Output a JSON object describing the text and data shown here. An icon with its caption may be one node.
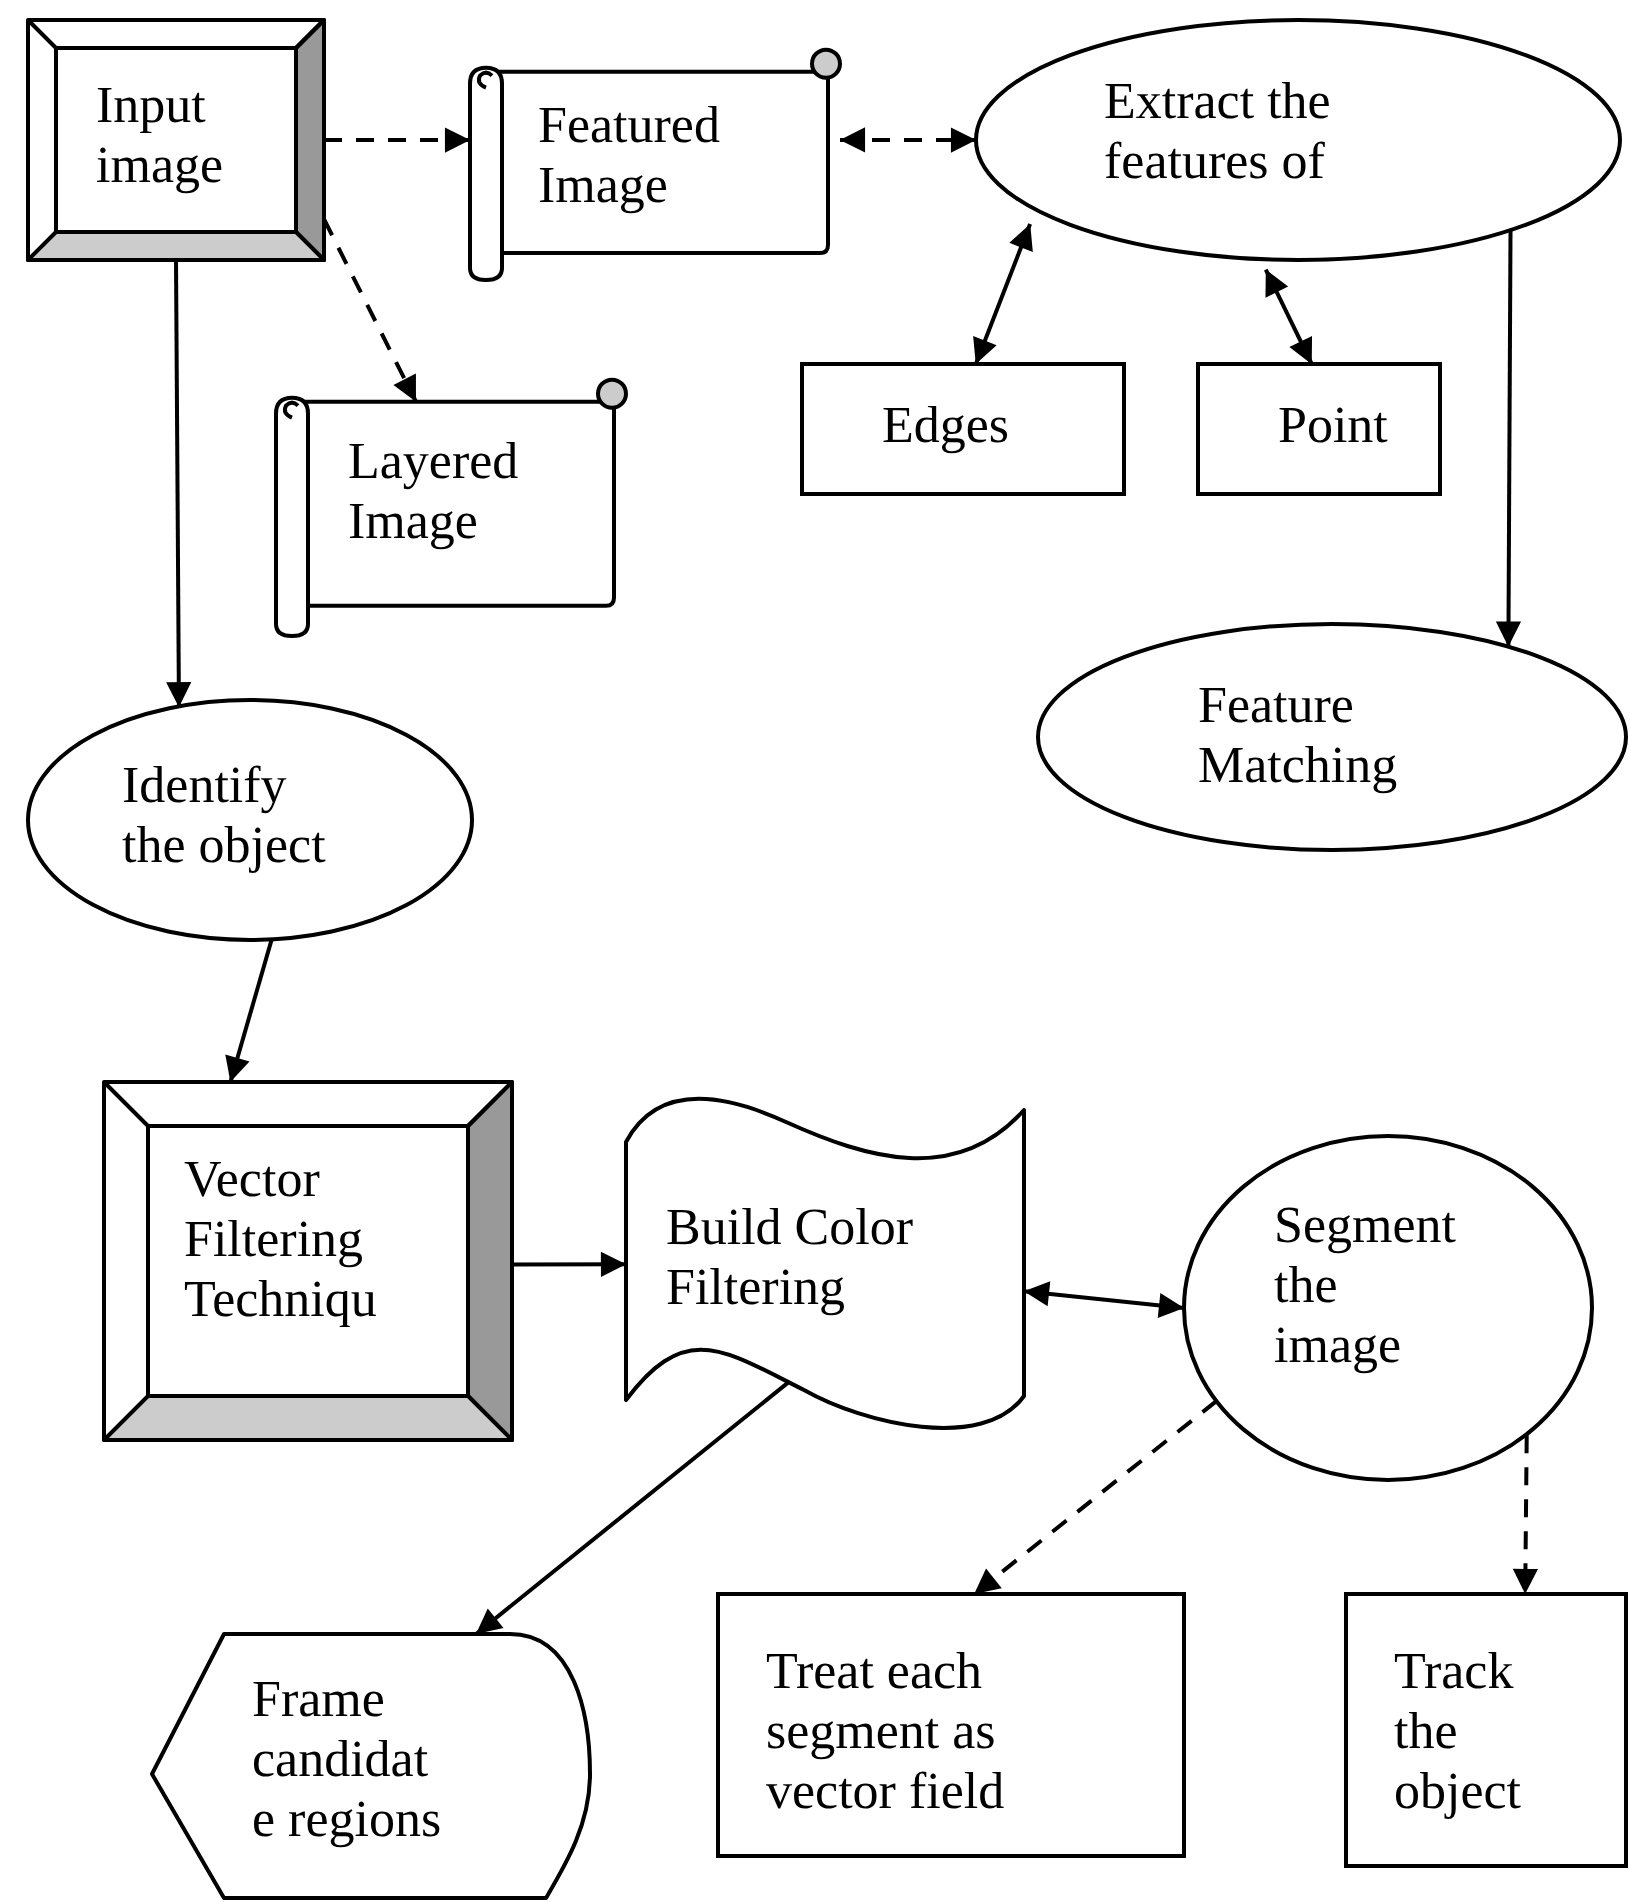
{
  "diagram": {
    "nodes": [
      {
        "text": [
          "Input image"
        ]
      },
      {
        "text": [
          "Featured Image"
        ]
      },
      {
        "text": [
          "Extract the features of"
        ]
      },
      {
        "text": [
          "Edges"
        ]
      },
      {
        "text": [
          "Point"
        ]
      },
      {
        "text": [
          "Layered Image"
        ]
      },
      {
        "text": [
          "Feature Matching"
        ]
      },
      {
        "text": [
          "Identify the object"
        ]
      },
      {
        "text": [
          "Vector Filtering Techniqu"
        ]
      },
      {
        "text": [
          "Build Color Filtering"
        ]
      },
      {
        "text": [
          "Segment the image"
        ]
      },
      {
        "text": [
          "Frame candidat e regions"
        ]
      },
      {
        "text": [
          "Treat each segment as vector field"
        ]
      },
      {
        "text": [
          "Track the object"
        ]
      }
    ],
    "edges": [
      {
        "from": 0,
        "to": 1,
        "arrow": "to",
        "style": "dashed"
      },
      {
        "from": 1,
        "to": 2,
        "arrow": "both",
        "style": "dashed"
      },
      {
        "from": 0,
        "to": 5,
        "arrow": "to",
        "style": "dashed"
      },
      {
        "from": 2,
        "to": 3,
        "arrow": "both"
      },
      {
        "from": 2,
        "to": 4,
        "arrow": "both"
      },
      {
        "from": 2,
        "to": 6,
        "arrow": "to"
      },
      {
        "from": 0,
        "to": 7,
        "arrow": "to"
      },
      {
        "from": 7,
        "to": 8,
        "arrow": "to"
      },
      {
        "from": 8,
        "to": 9,
        "arrow": "to"
      },
      {
        "from": 9,
        "to": 10,
        "arrow": "both"
      },
      {
        "from": 9,
        "to": 11,
        "arrow": "to"
      },
      {
        "from": 10,
        "to": 12,
        "arrow": "to",
        "style": "dashed"
      },
      {
        "from": 10,
        "to": 13,
        "arrow": "to",
        "style": "dashed"
      }
    ]
  }
}
